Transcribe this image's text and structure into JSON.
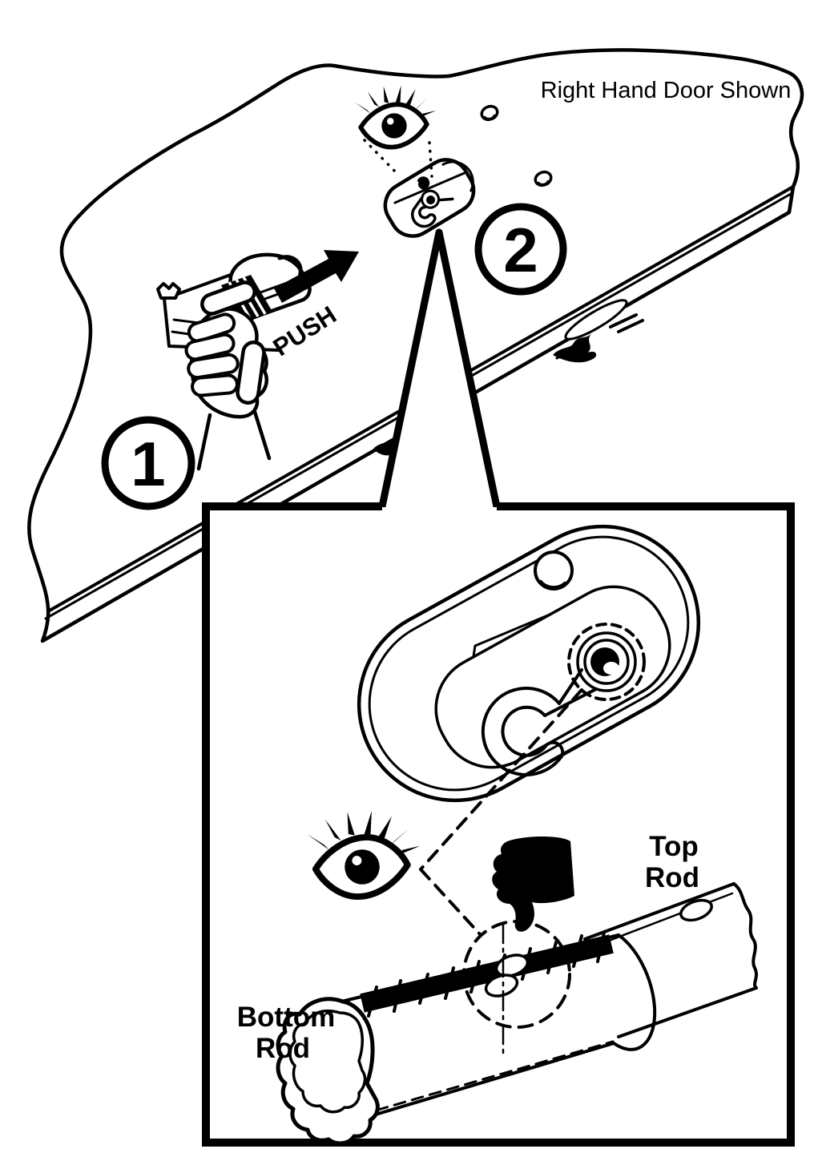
{
  "figure": {
    "background": "#ffffff",
    "ink": "#000000",
    "title": "Right Hand Door Shown",
    "push_label": "PUSH",
    "steps": [
      {
        "number": "1"
      },
      {
        "number": "2"
      }
    ],
    "inset": {
      "top_rod_label": [
        "Top",
        "Rod"
      ],
      "bottom_rod_label": [
        "Bottom",
        "Rod"
      ],
      "icons": [
        "eye-icon",
        "thumbs-down-icon",
        "dashed-highlight-circle",
        "center-line"
      ]
    },
    "icons": [
      "eye-icon",
      "push-arrow-icon",
      "callout-triangle",
      "step-1-badge",
      "step-2-badge"
    ]
  }
}
